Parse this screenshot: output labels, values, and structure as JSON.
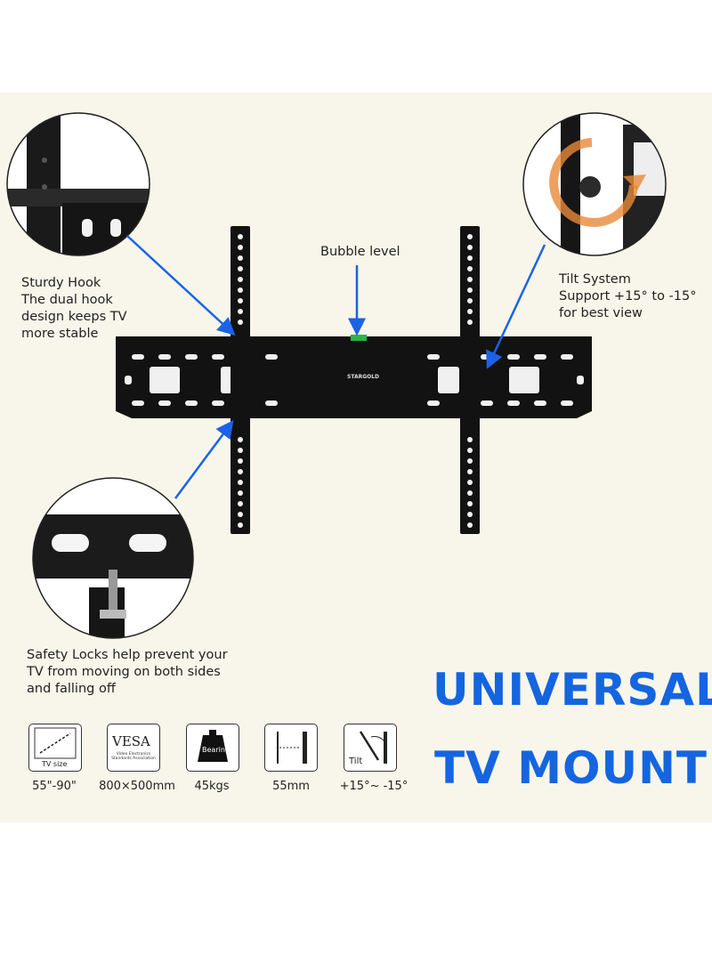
{
  "callouts": {
    "bubble_level": "Bubble level",
    "sturdy_hook": "Sturdy Hook\nThe dual hook\ndesign keeps TV\nmore stable",
    "tilt_system": "Tilt System\nSupport +15° to -15°\nfor best view",
    "safety_locks": "Safety Locks help prevent your\n TV from moving on both sides\nand falling off"
  },
  "brand_label": "STARGOLD",
  "headline": {
    "line1": "UNIVERSAL",
    "line2": "TV MOUNT"
  },
  "specs": [
    {
      "icon": "tv-size-icon",
      "icon_text": "TV size",
      "value": "55\"-90\""
    },
    {
      "icon": "vesa-icon",
      "icon_text": "VESA",
      "icon_subtext": "Video Electronics Standards Association",
      "value": "800×500mm"
    },
    {
      "icon": "weight-bearing-icon",
      "icon_text": "Bearing",
      "value": "45kgs"
    },
    {
      "icon": "wall-distance-icon",
      "value": "55mm"
    },
    {
      "icon": "tilt-icon",
      "icon_text": "Tilt",
      "value": "+15°~ -15°"
    }
  ],
  "colors": {
    "accent": "#1565e0",
    "arrow": "#1a62e8",
    "background": "#f8f6ea",
    "mount": "#111111"
  }
}
